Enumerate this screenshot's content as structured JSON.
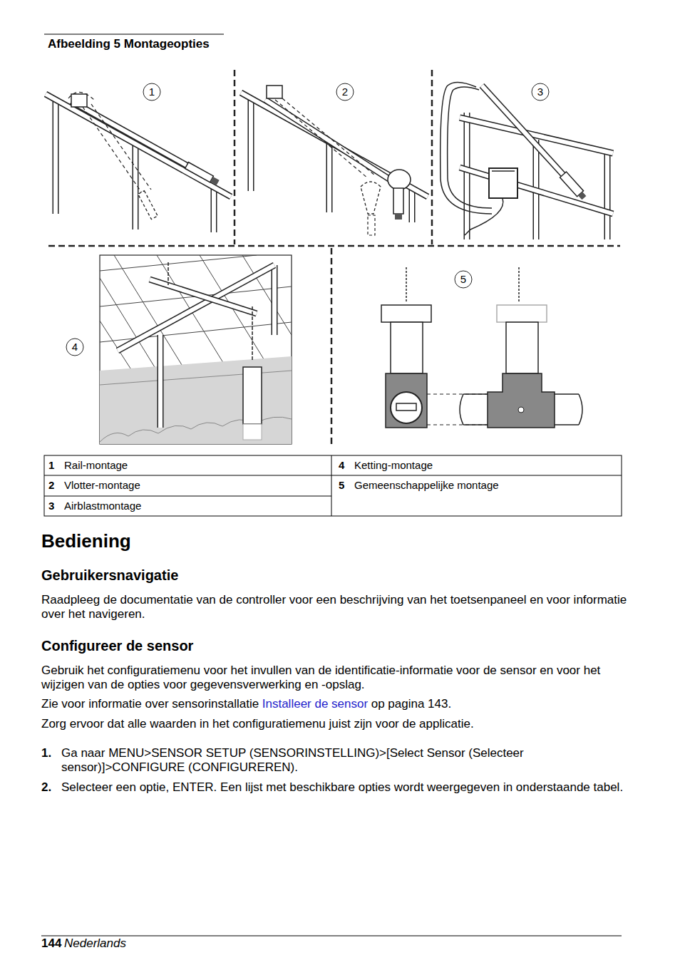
{
  "diagram": {
    "title": "Afbeelding 5 Montageopties",
    "labels": [
      "1",
      "2",
      "3",
      "4",
      "5",
      "1",
      "Rail-montage",
      "4",
      "Ketting-montage",
      "2",
      "Vlotter-montage",
      "5",
      "Gemeenschappelijke montage",
      "3",
      "Airblastmontage",
      "Bediening",
      "Gebruikersnavigatie",
      "Raadpleeg de documentatie van de controller voor een beschrijving van het toetsenpaneel en voor informatie over het navigeren.",
      "Configureer de sensor",
      "Gebruik het configuratiemenu voor het invullen van de identificatie-informatie voor de sensor en voor het wijzigen van de opties voor gegevensverwerking en -opslag.",
      "Zie voor informatie over sensorinstallatie",
      "Installeer de sensor",
      "op pagina 143.",
      "Zorg ervoor dat alle waarden in het configuratiemenu juist zijn voor de applicatie.",
      "1.",
      "Ga naar MENU>SENSOR SETUP (SENSORINSTELLING)>[Select Sensor (Selecteer sensor)]>CONFIGURE (CONFIGUREREN).",
      "2.",
      "Selecteer een optie, ENTER. Een lijst met beschikbare opties wordt weergegeven in onderstaande tabel.",
      "144",
      "Nederlands"
    ]
  }
}
